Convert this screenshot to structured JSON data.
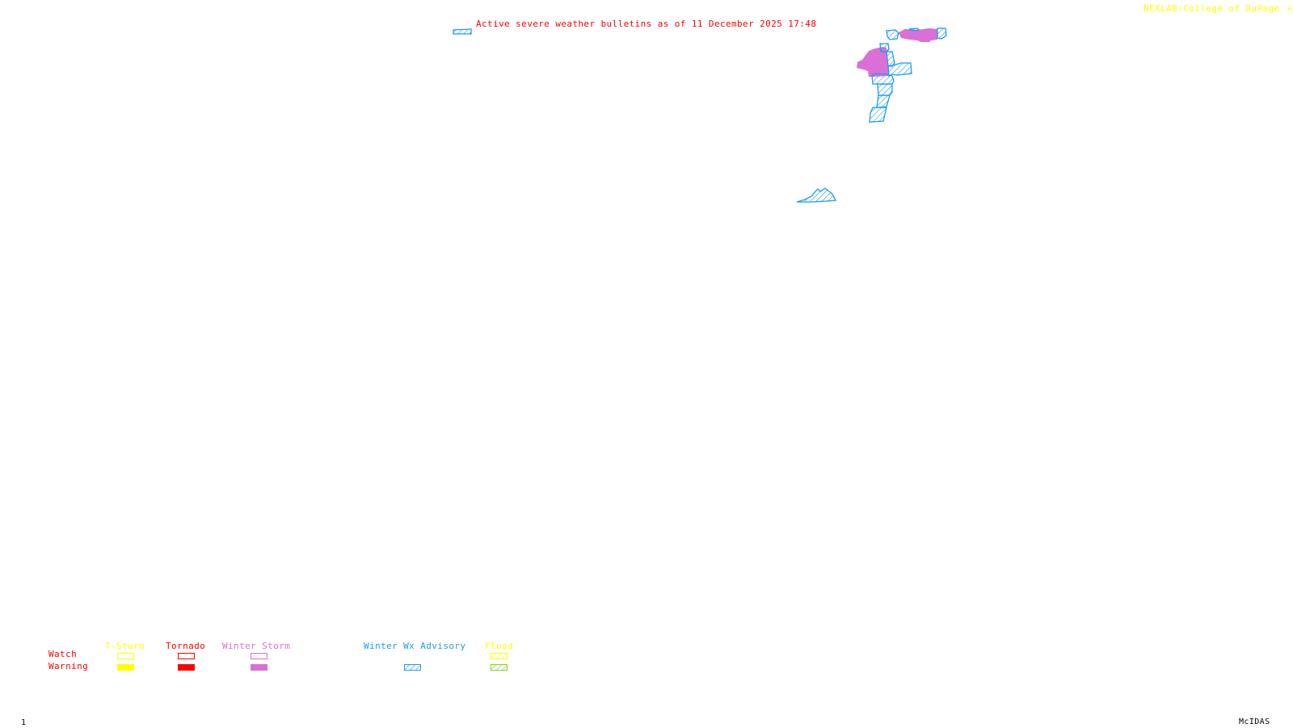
{
  "header": {
    "title": "Active severe weather bulletins as of 11 December 2025 17:48",
    "credit": "NEXLAB-College of DuPage",
    "credit_icon": "cursor-arrow-icon"
  },
  "footer": {
    "frame_number": "1",
    "software": "McIDAS"
  },
  "colors": {
    "tstorm": "#ffff00",
    "tornado": "#ff0000",
    "winter_storm": "#da70d6",
    "winter_wx_advisory": "#1a9cf0",
    "flood_watch": "#ffff00",
    "flood_warning": "#7fd420",
    "row_labels": "#ff0000"
  },
  "legend": {
    "rows": {
      "watch": "Watch",
      "warning": "Warning"
    },
    "categories": [
      {
        "key": "tstorm",
        "label": "T-Storm",
        "watch": "outline",
        "warning": "solid"
      },
      {
        "key": "tornado",
        "label": "Tornado",
        "watch": "outline",
        "warning": "solid"
      },
      {
        "key": "winter_storm",
        "label": "Winter Storm",
        "watch": "outline",
        "warning": "solid"
      },
      {
        "key": "winter_wx_advisory",
        "label": "Winter Wx Advisory",
        "watch": null,
        "warning": "hatched"
      },
      {
        "key": "flood",
        "label": "Flood",
        "watch": "hatched",
        "warning": "hatched"
      }
    ]
  },
  "map": {
    "bulletins": [
      {
        "type": "winter_storm_warning",
        "region": "upper-midwest-west"
      },
      {
        "type": "winter_storm_warning",
        "region": "upper-great-lakes-north"
      },
      {
        "type": "winter_wx_advisory",
        "region": "great-lakes-column"
      },
      {
        "type": "winter_wx_advisory",
        "region": "appalachians-virginia"
      },
      {
        "type": "winter_wx_advisory",
        "region": "pacific-northwest-edge"
      }
    ]
  }
}
